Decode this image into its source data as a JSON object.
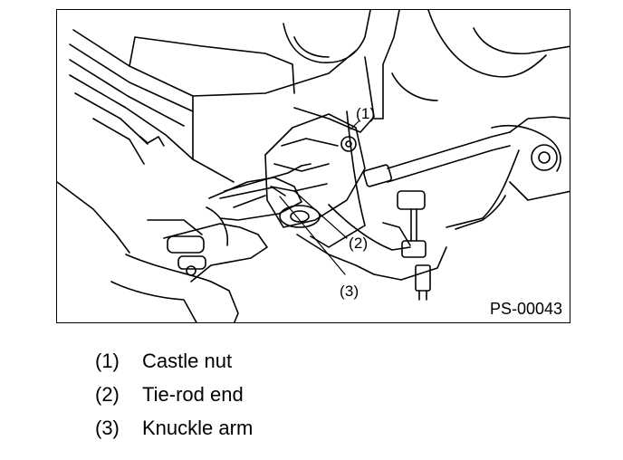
{
  "figure": {
    "code": "PS-00043",
    "callouts": {
      "c1": "(1)",
      "c2": "(2)",
      "c3": "(3)"
    }
  },
  "legend": [
    {
      "num": "(1)",
      "label": "Castle nut"
    },
    {
      "num": "(2)",
      "label": "Tie-rod end"
    },
    {
      "num": "(3)",
      "label": "Knuckle arm"
    }
  ],
  "colors": {
    "ink": "#000000",
    "paper": "#ffffff"
  }
}
